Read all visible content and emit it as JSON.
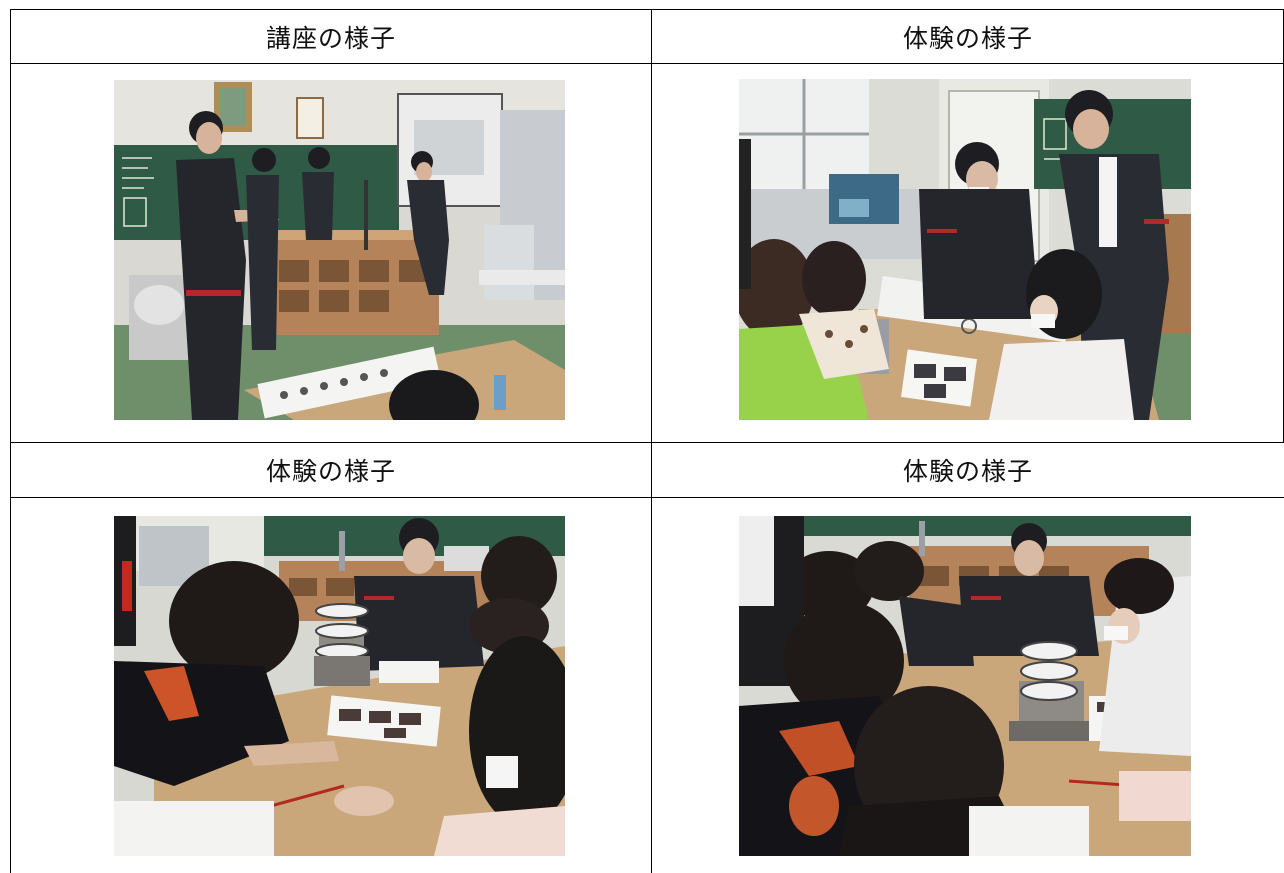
{
  "cells": [
    {
      "caption": "講座の様子",
      "photo": "lecture-photo"
    },
    {
      "caption": "体験の様子",
      "photo": "experience-photo-1"
    },
    {
      "caption": "体験の様子",
      "photo": "experience-photo-2"
    },
    {
      "caption": "体験の様子",
      "photo": "experience-photo-3"
    }
  ],
  "colors": {
    "border": "#000000",
    "chalkboard": "#2f5a45",
    "desk": "#c9a77a",
    "jacket": "#2a2c33",
    "floor": "#6f8f6a"
  }
}
